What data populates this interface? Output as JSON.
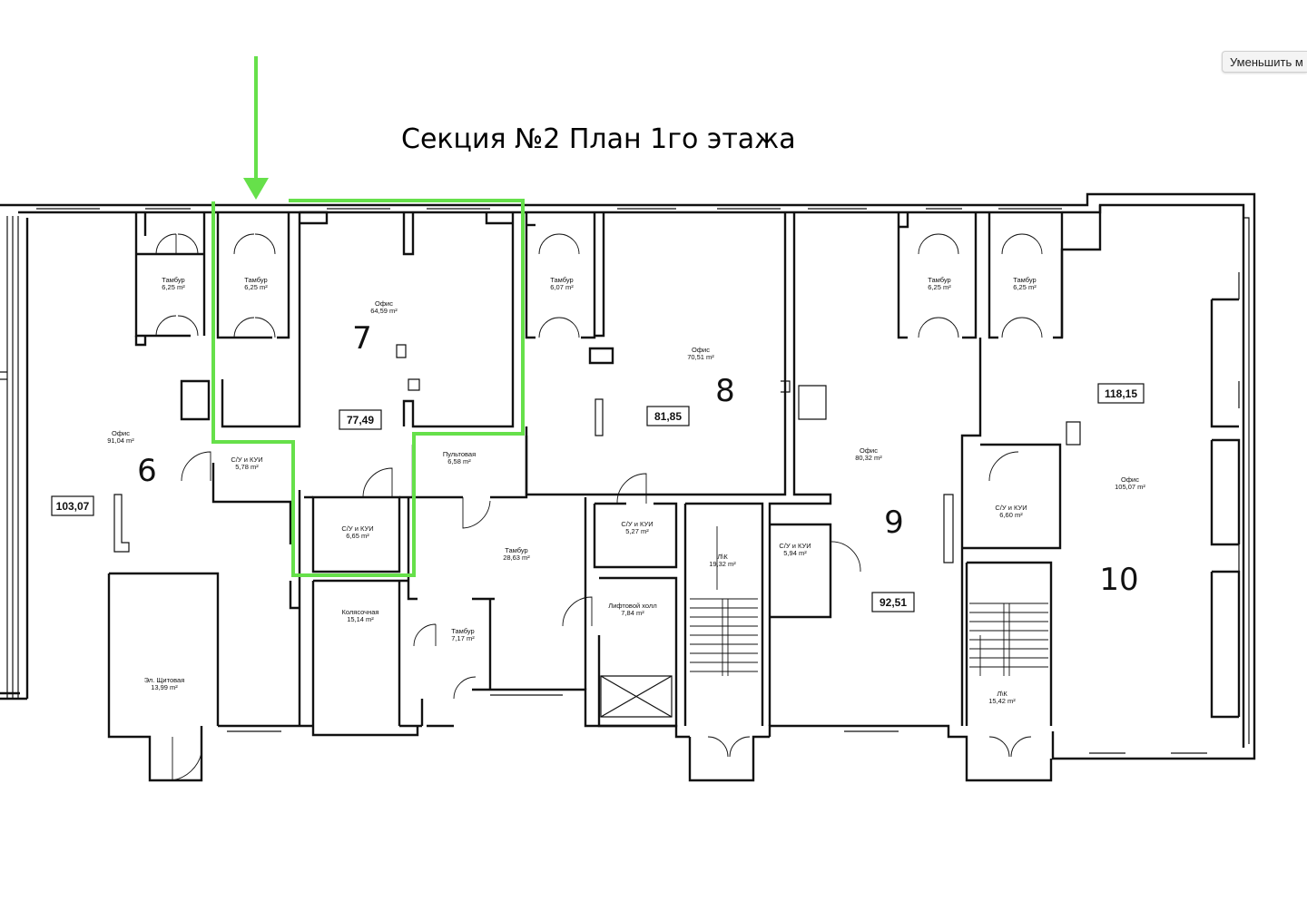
{
  "ui": {
    "zoom_button_label": "Уменьшить м"
  },
  "plan": {
    "title": "Секция №2 План 1го этажа",
    "highlight_color": "#66e04a",
    "units": {
      "u6": {
        "number": "6",
        "total": "103,07"
      },
      "u7": {
        "number": "7",
        "total": "77,49"
      },
      "u8": {
        "number": "8",
        "total": "81,85"
      },
      "u9": {
        "number": "9",
        "total": "92,51"
      },
      "u10": {
        "number": "10",
        "total": "118,15"
      }
    },
    "rooms": [
      {
        "name": "Тамбур",
        "area": "6,25 m²"
      },
      {
        "name": "Тамбур",
        "area": "6,25 m²"
      },
      {
        "name": "Офис",
        "area": "64,59 m²"
      },
      {
        "name": "Тамбур",
        "area": "6,07 m²"
      },
      {
        "name": "Офис",
        "area": "70,51 m²"
      },
      {
        "name": "Тамбур",
        "area": "6,25 m²"
      },
      {
        "name": "Тамбур",
        "area": "6,25 m²"
      },
      {
        "name": "Офис",
        "area": "91,04 m²"
      },
      {
        "name": "С/У и КУИ",
        "area": "5,78 m²"
      },
      {
        "name": "Пультовая",
        "area": "6,58 m²"
      },
      {
        "name": "С/У и КУИ",
        "area": "6,65 m²"
      },
      {
        "name": "Тамбур",
        "area": "28,63 m²"
      },
      {
        "name": "С/У и КУИ",
        "area": "5,27 m²"
      },
      {
        "name": "Л\\К",
        "area": "19,32 m²"
      },
      {
        "name": "С/У и КУИ",
        "area": "5,94 m²"
      },
      {
        "name": "Офис",
        "area": "80,32 m²"
      },
      {
        "name": "С/У и КУИ",
        "area": "6,60 m²"
      },
      {
        "name": "Офис",
        "area": "105,07 m²"
      },
      {
        "name": "Колясочная",
        "area": "15,14 m²"
      },
      {
        "name": "Лифтовой холл",
        "area": "7,84 m²"
      },
      {
        "name": "Тамбур",
        "area": "7,17 m²"
      },
      {
        "name": "Эл. Щитовая",
        "area": "13,99 m²"
      },
      {
        "name": "Л\\К",
        "area": "15,42 m²"
      }
    ]
  }
}
